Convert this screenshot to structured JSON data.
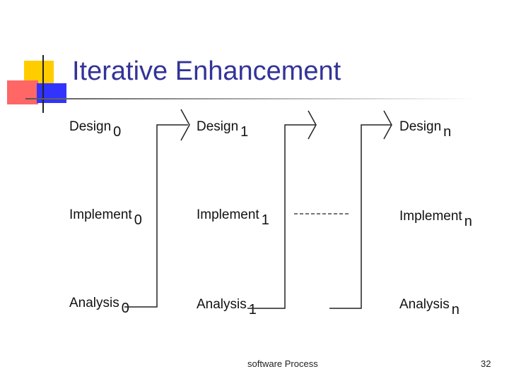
{
  "slide": {
    "title": "Iterative Enhancement",
    "footer": "software Process",
    "number": "32"
  },
  "diagram": {
    "iterations": [
      {
        "design": "Design",
        "implement": "Implement",
        "analysis": "Analysis",
        "sub": "0"
      },
      {
        "design": "Design",
        "implement": "Implement",
        "analysis": "Analysis",
        "sub": "1"
      },
      {
        "design": "Design",
        "implement": "Implement",
        "analysis": "Analysis",
        "sub": "n"
      }
    ]
  },
  "colors": {
    "title": "#333399",
    "deco_yellow": "#ffcc00",
    "deco_red": "#ff6666",
    "deco_blue": "#3333ff"
  }
}
